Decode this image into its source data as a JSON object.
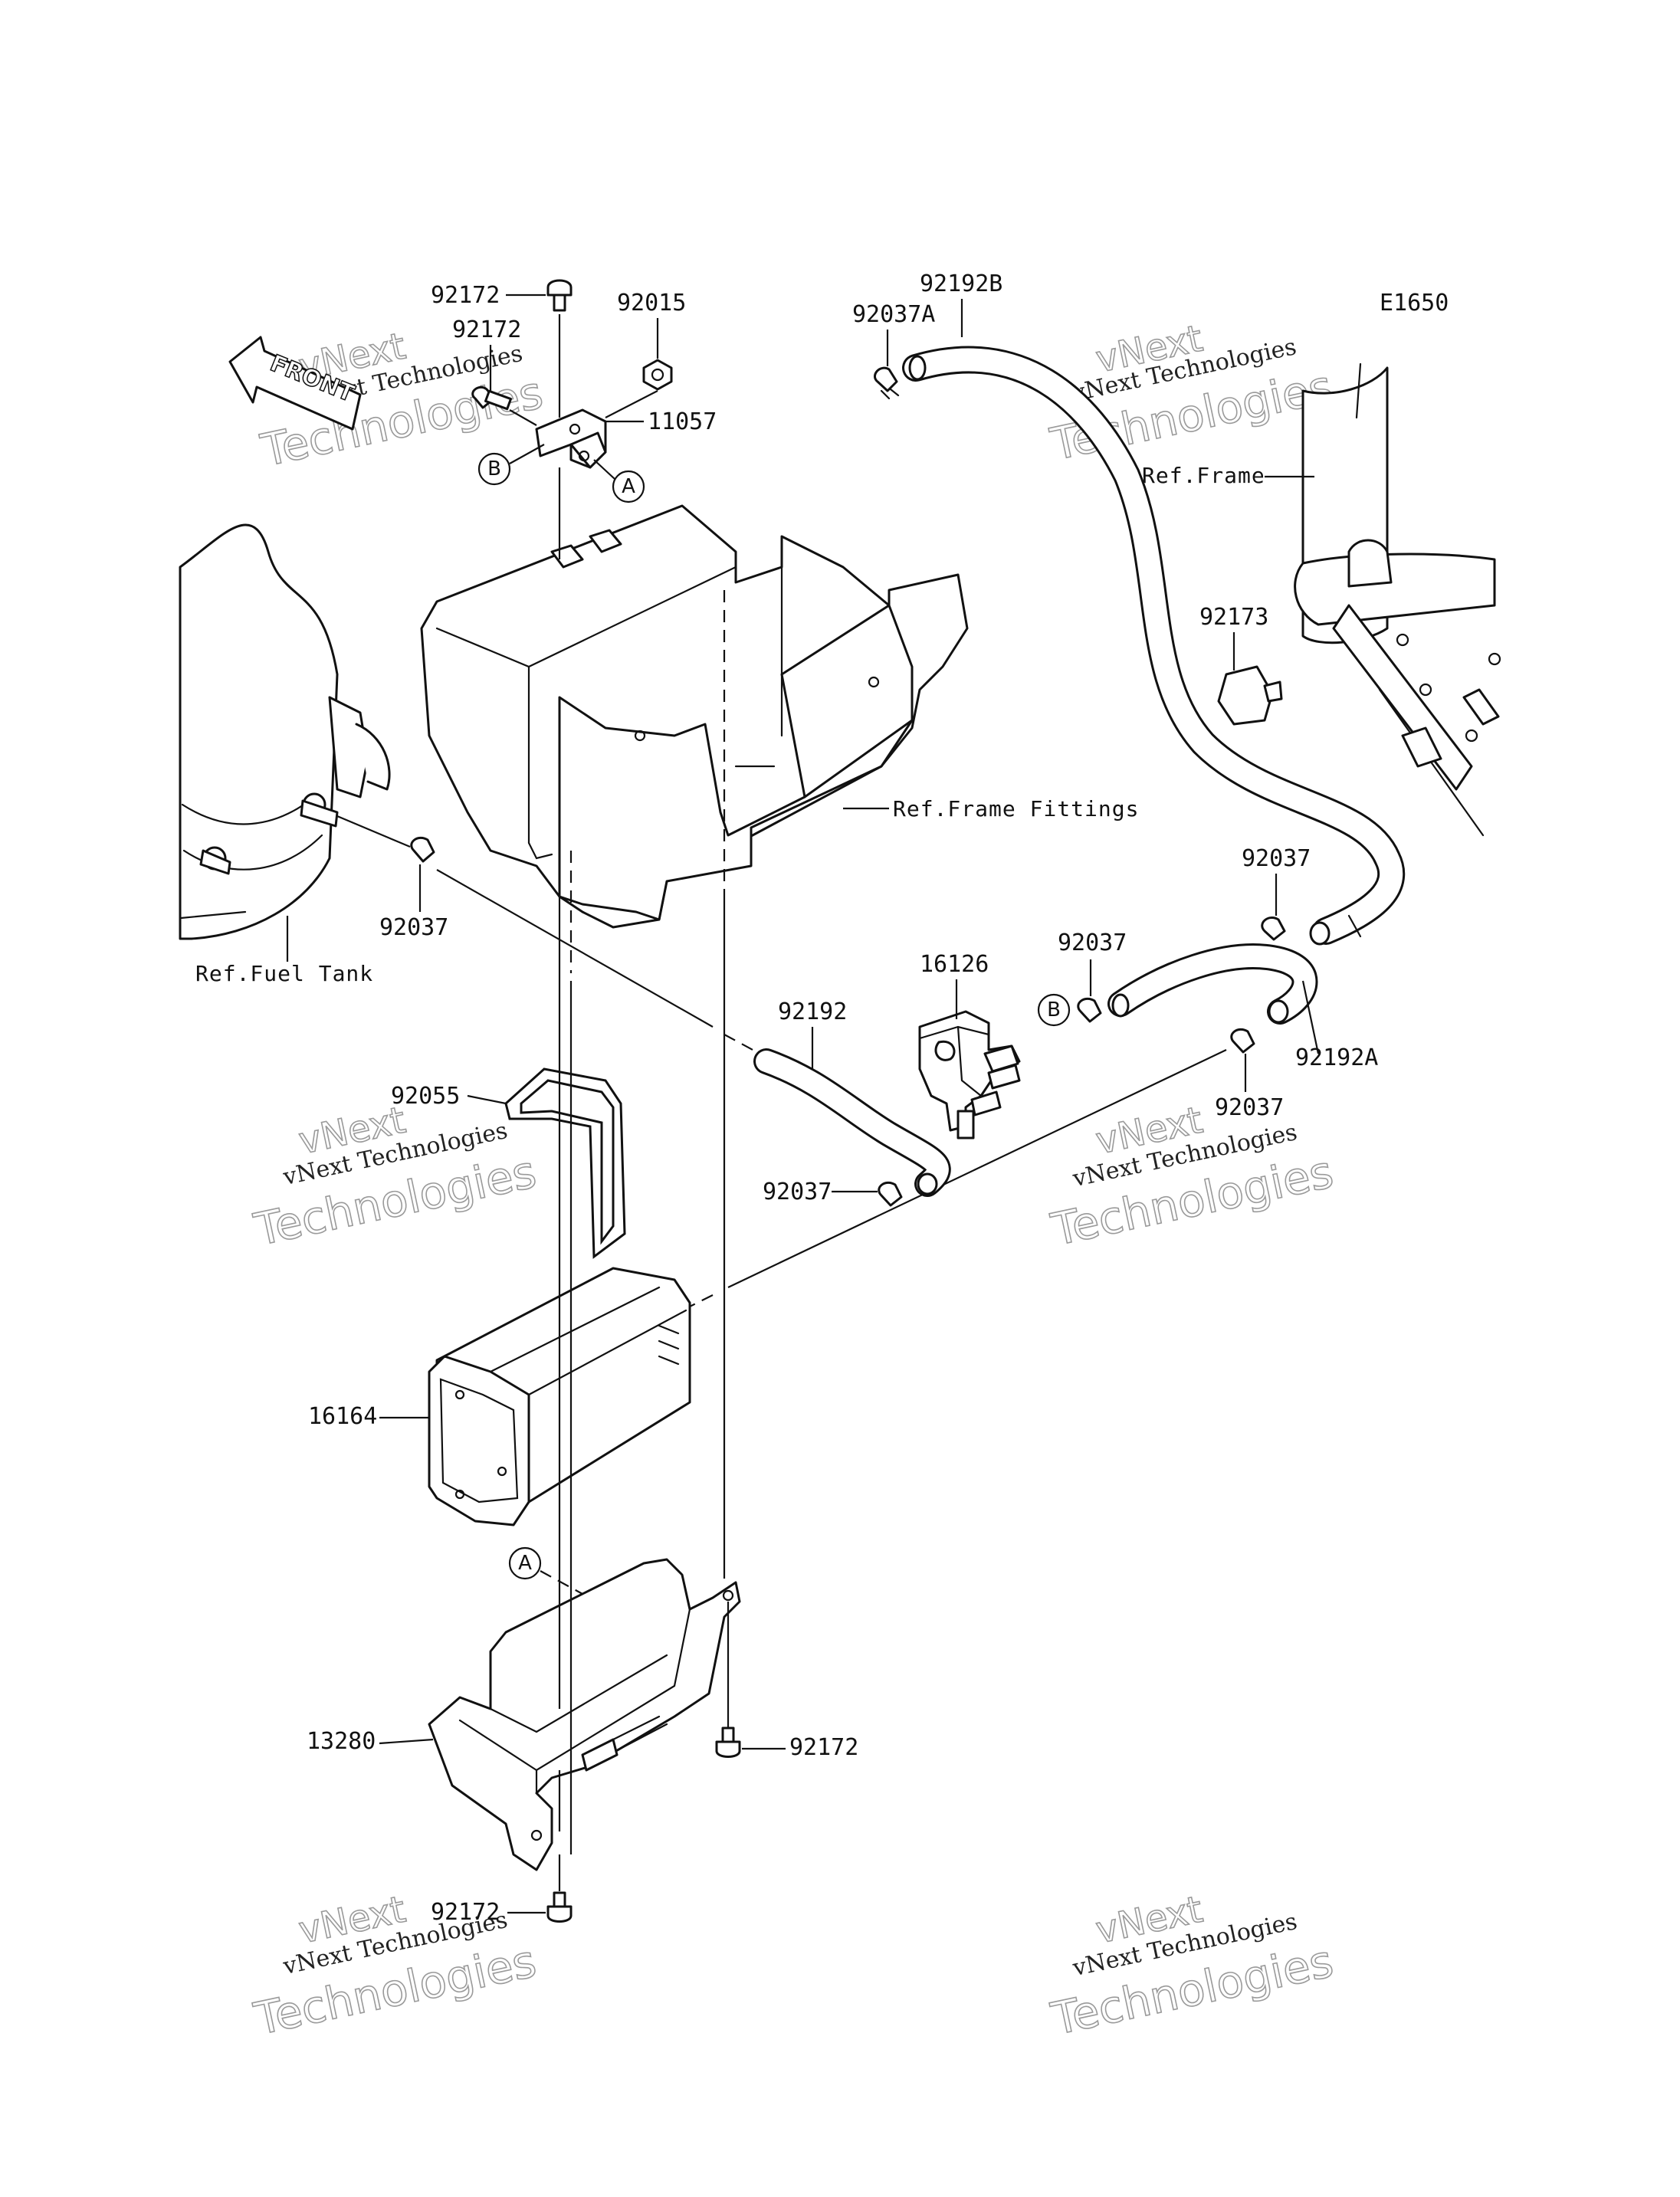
{
  "diagram": {
    "code": "E1650",
    "front_label": "FRONT",
    "watermark": {
      "line1": "vNext Technologies",
      "line2": "Technologies",
      "line3": "vNext"
    },
    "labels": {
      "p92172_top": "92172",
      "p92172_side": "92172",
      "p92015": "92015",
      "p11057": "11057",
      "p92037A": "92037A",
      "p92192B": "92192B",
      "p92173": "92173",
      "p92037_left": "92037",
      "p92037_right": "92037",
      "p92037_mid": "92037",
      "p92037_lower": "92037",
      "p92037_hose": "92037",
      "p16126": "16126",
      "p92192": "92192",
      "p92192A": "92192A",
      "p92055": "92055",
      "p16164": "16164",
      "p13280": "13280",
      "p92172_right": "92172",
      "p92172_bottom": "92172"
    },
    "refs": {
      "frame": "Ref.Frame",
      "frame_fittings": "Ref.Frame Fittings",
      "fuel_tank": "Ref.Fuel Tank"
    },
    "markers": {
      "A": "A",
      "B": "B"
    }
  }
}
